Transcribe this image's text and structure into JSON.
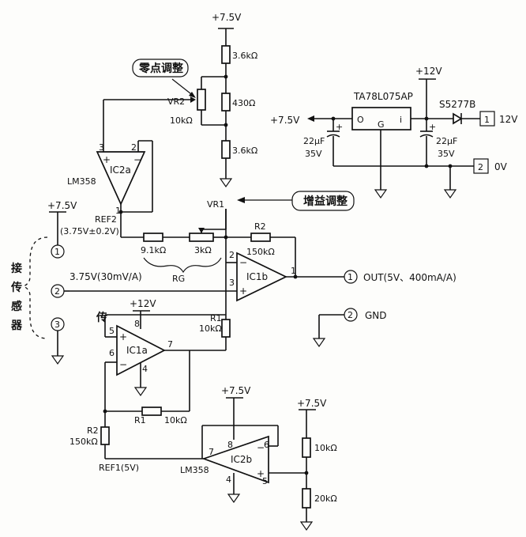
{
  "labels": {
    "top_supply": "+7.5V",
    "r_top": "3.6kΩ",
    "r_mid": "430Ω",
    "r_bot": "3.6kΩ",
    "zero_adjust": "零点调整",
    "vr2": "VR2",
    "vr2_value": "10kΩ",
    "ic2a": "IC2a",
    "lm358_top": "LM358",
    "pin3": "3",
    "pin2": "2",
    "pin1": "1",
    "ref2": "REF2",
    "ref2_value": "(3.75V±0.2V)",
    "left_supply": "+7.5V",
    "vr1": "VR1",
    "gain_adjust": "增益调整",
    "r2_top": "R2",
    "r2_top_value": "150kΩ",
    "rg_a": "9.1kΩ",
    "rg_b": "3kΩ",
    "rg": "RG",
    "ic1b": "IC1b",
    "pin_ic1b_2": "2",
    "pin_ic1b_3": "3",
    "pin_ic1b_1": "1",
    "signal": "3.75V(30mV/A)",
    "out_label": "OUT(5V、400mA/A)",
    "out_num": "1",
    "gnd_label": "GND",
    "gnd_num": "2",
    "conn1": "1",
    "conn2": "2",
    "conn3": "3",
    "sensor_1": "接",
    "sensor_2": "传",
    "sensor_3": "感",
    "sensor_4": "器",
    "chuan": "传",
    "ic1a_supply": "+12V",
    "ic1a": "IC1a",
    "pin_ic1a_5": "5",
    "pin_ic1a_6": "6",
    "pin_ic1a_7": "7",
    "pin_ic1a_8": "8",
    "pin_ic1a_4": "4",
    "r1_right": "R1",
    "r1_right_value": "10kΩ",
    "r1_bottom": "R1",
    "r1_bottom_value": "10kΩ",
    "r2_left": "R2",
    "r2_left_value": "150kΩ",
    "ref1": "REF1(5V)",
    "lm358_bottom": "LM358",
    "ic2b_supply": "+7.5V",
    "ic2b": "IC2b",
    "pin_ic2b_8": "8",
    "pin_ic2b_6": "6",
    "pin_ic2b_7": "7",
    "pin_ic2b_4": "4",
    "pin_ic2b_5": "5",
    "div_supply": "+7.5V",
    "div_r_top": "10kΩ",
    "div_r_bot": "20kΩ",
    "regulator": "TA78L075AP",
    "reg_o": "O",
    "reg_g": "G",
    "reg_i": "i",
    "reg_in_supply": "+12V",
    "reg_out": "+7.5V",
    "cap_left": "22μF",
    "cap_left_v": "35V",
    "cap_right": "22μF",
    "cap_right_v": "35V",
    "diode": "S5277B",
    "pwr_num": "1",
    "pwr_label": "12V",
    "zero_num": "2",
    "zero_label": "0V"
  }
}
